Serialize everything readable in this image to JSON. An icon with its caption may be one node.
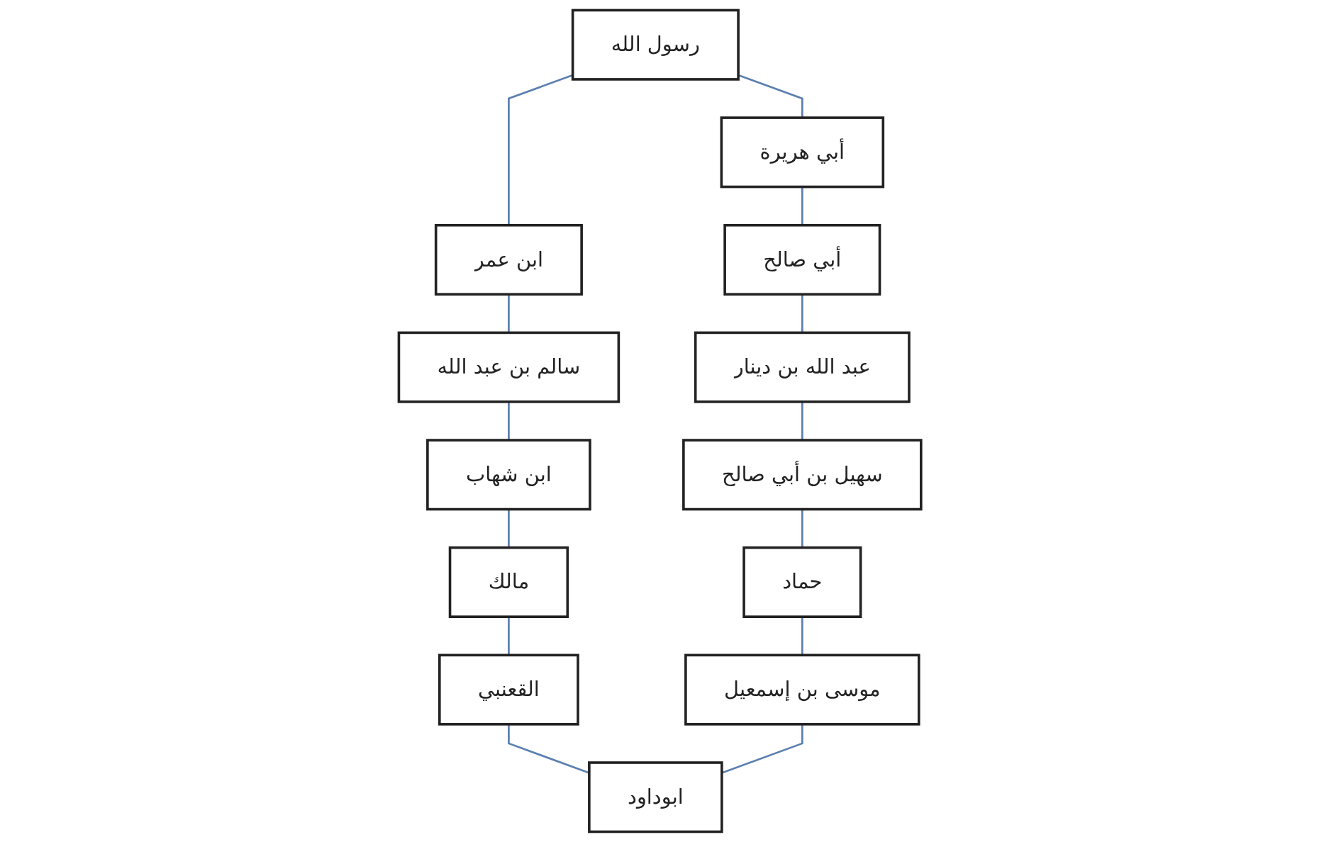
{
  "diagram": {
    "nodes": [
      {
        "text": [
          "رسول الله"
        ]
      },
      {
        "text": [
          "ابن عمر"
        ]
      },
      {
        "text": [
          "سالم بن عبد الله"
        ]
      },
      {
        "text": [
          "ابن شهاب"
        ]
      },
      {
        "text": [
          "مالك"
        ]
      },
      {
        "text": [
          "القعنبي"
        ]
      },
      {
        "text": [
          "أبي هريرة"
        ]
      },
      {
        "text": [
          "أبي صالح"
        ]
      },
      {
        "text": [
          "عبد الله بن دينار"
        ]
      },
      {
        "text": [
          "سهيل بن أبي صالح"
        ]
      },
      {
        "text": [
          "حماد"
        ]
      },
      {
        "text": [
          "موسى بن إسمعيل"
        ]
      },
      {
        "text": [
          "ابوداود"
        ]
      }
    ],
    "edges": [
      {
        "from": 0,
        "to": 1,
        "arrow": "none"
      },
      {
        "from": 1,
        "to": 2,
        "arrow": "none"
      },
      {
        "from": 2,
        "to": 3,
        "arrow": "none"
      },
      {
        "from": 3,
        "to": 4,
        "arrow": "none"
      },
      {
        "from": 4,
        "to": 5,
        "arrow": "none"
      },
      {
        "from": 0,
        "to": 6,
        "arrow": "none"
      },
      {
        "from": 6,
        "to": 7,
        "arrow": "none"
      },
      {
        "from": 7,
        "to": 8,
        "arrow": "none"
      },
      {
        "from": 8,
        "to": 9,
        "arrow": "none"
      },
      {
        "from": 9,
        "to": 10,
        "arrow": "none"
      },
      {
        "from": 10,
        "to": 11,
        "arrow": "none"
      },
      {
        "from": 5,
        "to": 12,
        "arrow": "none"
      },
      {
        "from": 11,
        "to": 12,
        "arrow": "none"
      }
    ]
  }
}
